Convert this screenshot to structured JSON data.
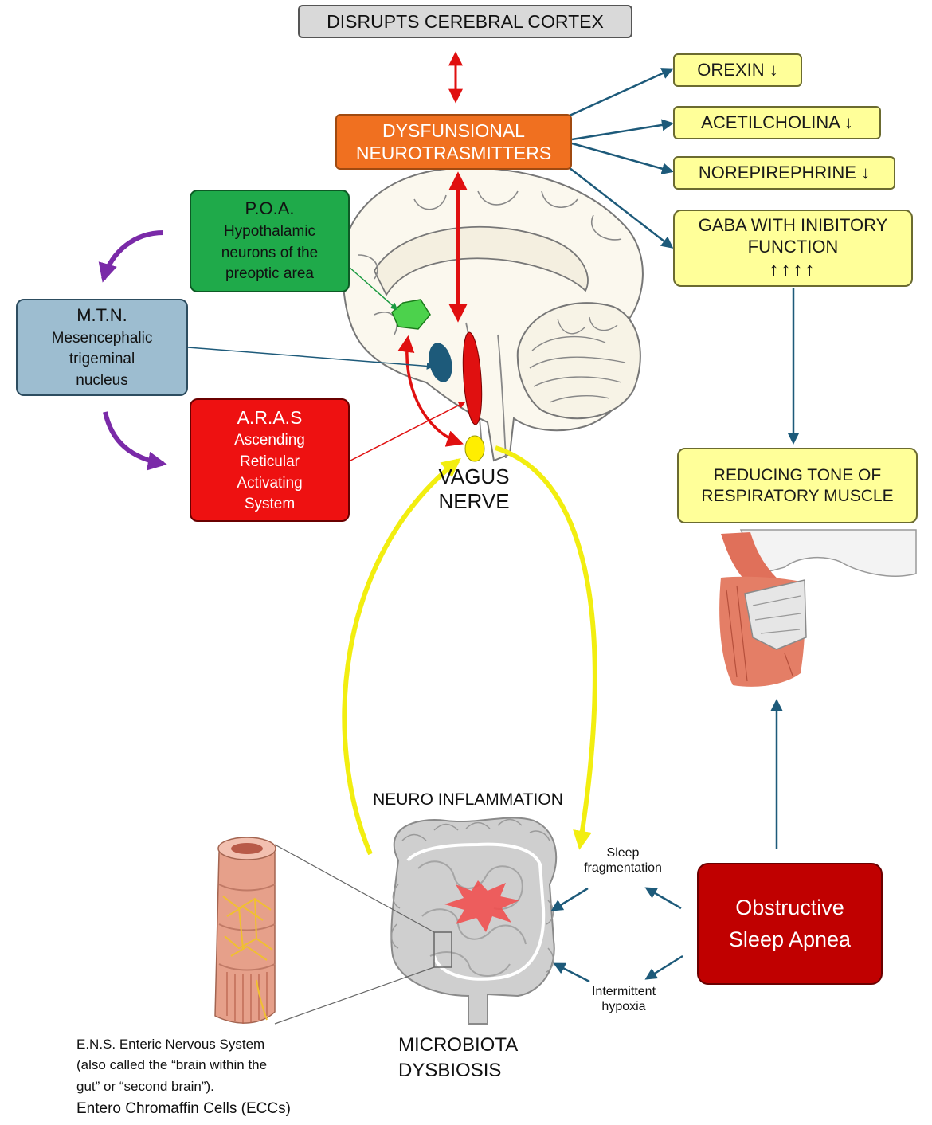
{
  "top_box": {
    "label": "DISRUPTS CEREBRAL CORTEX",
    "color": "#d9d9d9"
  },
  "neuro_box": {
    "line1": "DYSFUNSIONAL",
    "line2": "NEUROTRASMITTERS",
    "color": "#f07020"
  },
  "outputs": {
    "orexin": "OREXIN ↓",
    "acetilcholina": "ACETILCHOLINA ↓",
    "norepirephrine": "NOREPIREPHRINE ↓",
    "gaba_line1": "GABA WITH INIBITORY",
    "gaba_line2": "FUNCTION",
    "gaba_arrows": "↑↑↑↑",
    "reducing_line1": "REDUCING TONE OF",
    "reducing_line2": "RESPIRATORY MUSCLE",
    "color": "#ffff99"
  },
  "poa": {
    "title": "P.O.A.",
    "line1": "Hypothalamic",
    "line2": "neurons of the",
    "line3": "preoptic area",
    "color": "#1faa4a"
  },
  "mtn": {
    "title": "M.T.N.",
    "line1": "Mesencephalic",
    "line2": "trigeminal",
    "line3": "nucleus",
    "color": "#9dbdd0"
  },
  "aras": {
    "title": "A.R.A.S",
    "line1": "Ascending",
    "line2": "Reticular",
    "line3": "Activating",
    "line4": "System",
    "color": "#ee1111"
  },
  "vagus": {
    "line1": "VAGUS",
    "line2": "NERVE"
  },
  "neuro_inflammation": "NEURO INFLAMMATION",
  "sleep_fragmentation": {
    "line1": "Sleep",
    "line2": "fragmentation"
  },
  "intermittent_hypoxia": {
    "line1": "Intermittent",
    "line2": "hypoxia"
  },
  "osa": {
    "line1": "Obstructive",
    "line2": "Sleep Apnea",
    "color": "#c00000"
  },
  "microbiota": {
    "line1": "MICROBIOTA",
    "line2": "DYSBIOSIS"
  },
  "ens": {
    "line1": "E.N.S. Enteric Nervous System",
    "line2": "(also called the “brain within the",
    "line3": "gut” or “second brain”).",
    "line4": "Entero Chromaffin Cells (ECCs)"
  }
}
